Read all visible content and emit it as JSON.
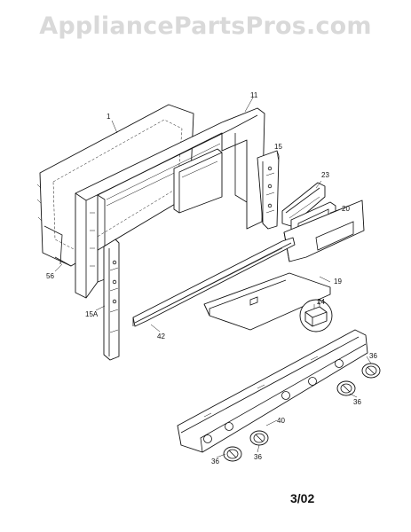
{
  "watermark": "AppliancePartsPros.com",
  "date_code": "3/02",
  "labels": {
    "p1": "1",
    "p11": "11",
    "p15": "15",
    "p23": "23",
    "p20": "20",
    "p56": "56",
    "p19": "19",
    "p24": "24",
    "p15a": "15A",
    "p42": "42",
    "p36a": "36",
    "p36b": "36",
    "p36c": "36",
    "p36d": "36",
    "p40": "40"
  }
}
